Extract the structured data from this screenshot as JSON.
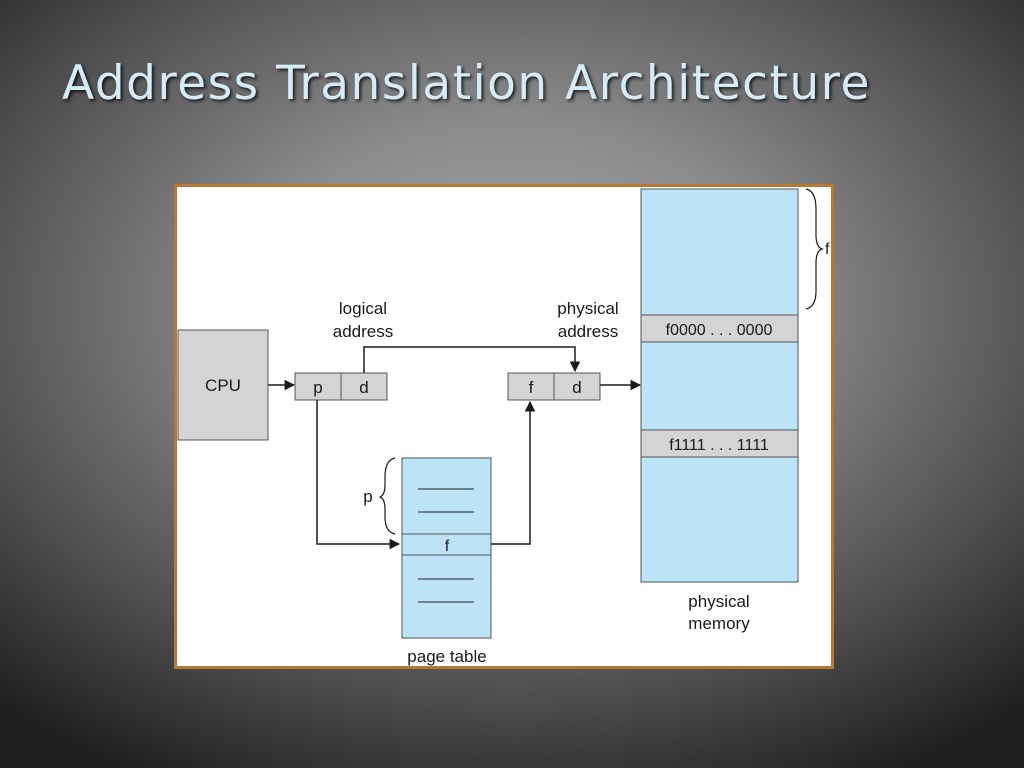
{
  "slide": {
    "title": "Address Translation Architecture"
  },
  "diagram": {
    "cpu_label": "CPU",
    "logical_address": {
      "label_line1": "logical",
      "label_line2": "address",
      "page_field": "p",
      "offset_field": "d"
    },
    "physical_address": {
      "label_line1": "physical",
      "label_line2": "address",
      "frame_field": "f",
      "offset_field": "d"
    },
    "page_table": {
      "index_label": "p",
      "entry_value": "f",
      "caption": "page table"
    },
    "physical_memory": {
      "frame_label": "f",
      "frame_start": "f0000 . . . 0000",
      "frame_end": "f1111 . . . 1111",
      "caption_line1": "physical",
      "caption_line2": "memory"
    },
    "colors": {
      "memory_fill": "#bde3f7",
      "register_fill": "#d4d4d4",
      "frame_border": "#b87833"
    }
  }
}
